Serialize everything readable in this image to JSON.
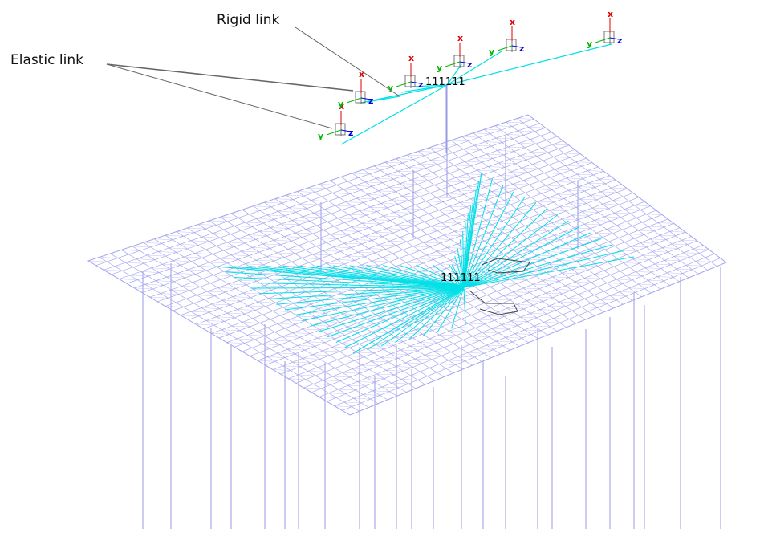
{
  "annotations": {
    "rigid_link": "Rigid link",
    "elastic_link": "Elastic link"
  },
  "codes": {
    "top_node": "111111",
    "slab_node": "111111"
  },
  "axis_labels": {
    "x": "x",
    "y": "y",
    "z": "z"
  },
  "colors": {
    "background": "#ffffff",
    "mesh": "#a7a7ef",
    "columns": "#9a9ae6",
    "links": "#00e0e6",
    "axis_x": "#e00000",
    "axis_y": "#00b800",
    "axis_z": "#0000e0",
    "frame": "#555555",
    "callout_line": "#666666"
  }
}
